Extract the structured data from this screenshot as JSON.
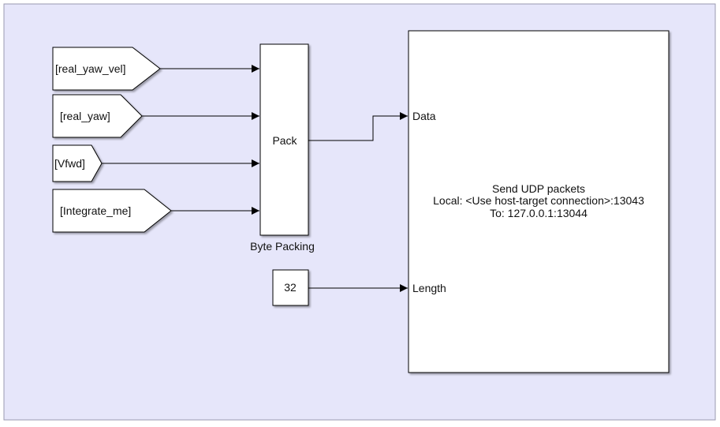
{
  "diagram": {
    "goto_tags": [
      "[real_yaw_vel]",
      "[real_yaw]",
      "[Vfwd]",
      "[Integrate_me]"
    ],
    "pack_block": {
      "label": "Pack",
      "caption": "Byte Packing"
    },
    "constant_block": {
      "value": "32"
    },
    "udp_block": {
      "port_data": "Data",
      "port_length": "Length",
      "line1": "Send UDP packets",
      "line2": "Local: <Use host-target connection>:13043",
      "line3": "To: 127.0.0.1:13044"
    }
  },
  "colors": {
    "canvas_background": "#e6e6fa",
    "block_fill": "#ffffff",
    "line": "#000000"
  }
}
